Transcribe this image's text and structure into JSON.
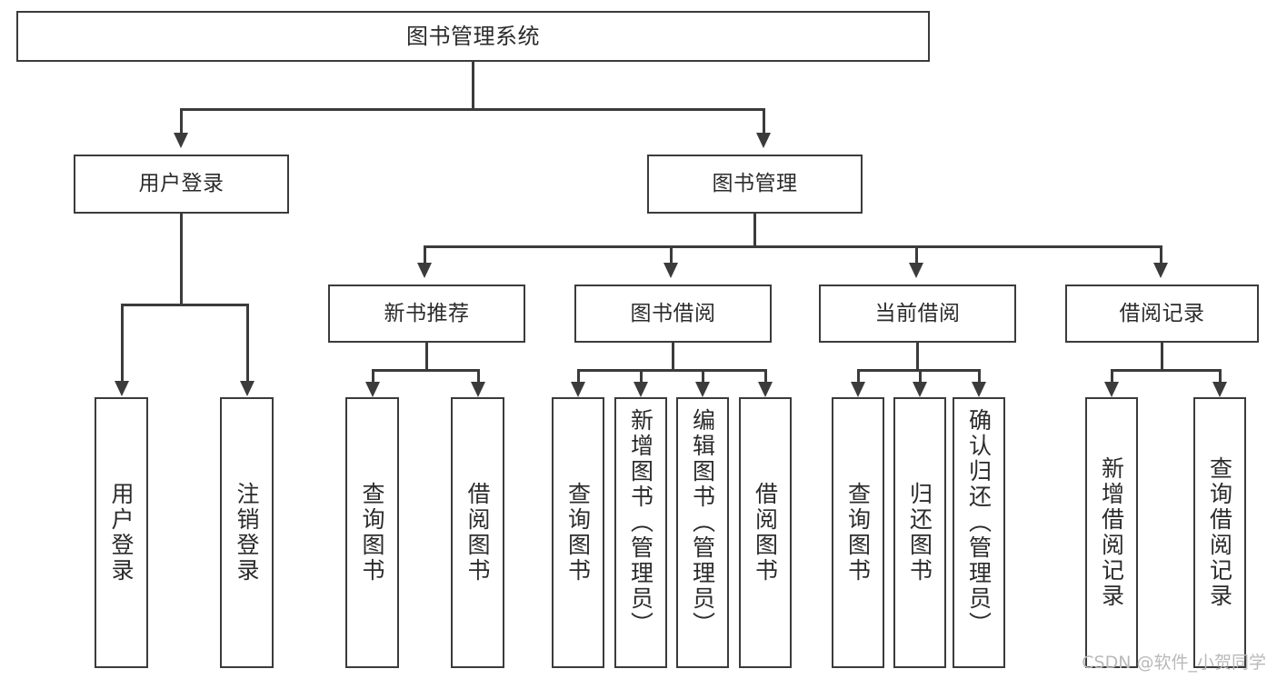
{
  "diagram": {
    "type": "tree-hierarchy",
    "title": "图书管理系统",
    "watermark": "CSDN @软件_小贺同学",
    "colors": {
      "stroke": "#3b3b3b",
      "fill": "#ffffff",
      "text": "#2b2b2b",
      "watermark": "#b9b9b9"
    },
    "root": {
      "label": "图书管理系统"
    },
    "level2": [
      {
        "label": "用户登录"
      },
      {
        "label": "图书管理"
      }
    ],
    "level3": [
      {
        "label": "新书推荐"
      },
      {
        "label": "图书借阅"
      },
      {
        "label": "当前借阅"
      },
      {
        "label": "借阅记录"
      }
    ],
    "leaves": {
      "user_login": [
        {
          "label": "用户登录"
        },
        {
          "label": "注销登录"
        }
      ],
      "new_book": [
        {
          "label": "查询图书"
        },
        {
          "label": "借阅图书"
        }
      ],
      "book_borrow": [
        {
          "label": "查询图书"
        },
        {
          "label": "新增图书（管理员）"
        },
        {
          "label": "编辑图书（管理员）"
        },
        {
          "label": "借阅图书"
        }
      ],
      "current_borrow": [
        {
          "label": "查询图书"
        },
        {
          "label": "归还图书"
        },
        {
          "label": "确认归还（管理员）"
        }
      ],
      "borrow_record": [
        {
          "label": "新增借阅记录"
        },
        {
          "label": "查询借阅记录"
        }
      ]
    }
  }
}
